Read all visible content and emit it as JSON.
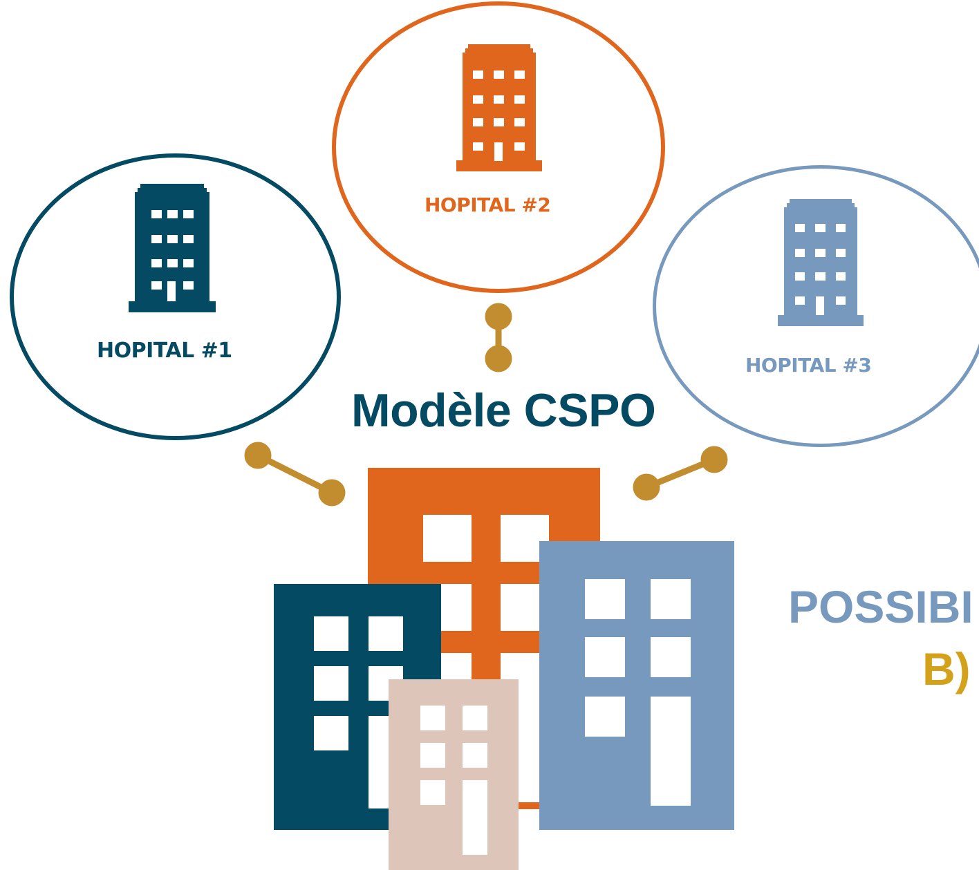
{
  "colors": {
    "hospital_1": "#044a62",
    "hospital_2": "#e0661e",
    "hospital_3": "#7699bd",
    "connector": "#c28d2f",
    "model_title": "#044a62",
    "side_line_1": "#7699bd",
    "side_line_2": "#d4a21a",
    "beige_building": "#dec5b9"
  },
  "hospitals": [
    {
      "label": "HOPITAL #1",
      "icon": "hospital-building-icon"
    },
    {
      "label": "HOPITAL #2",
      "icon": "hospital-building-icon"
    },
    {
      "label": "HOPITAL #3",
      "icon": "hospital-building-icon"
    }
  ],
  "model": {
    "title": "Modèle CSPO",
    "icon": "city-buildings-icon"
  },
  "side_text": {
    "line_1": "POSSIBI",
    "line_2": "B)"
  }
}
